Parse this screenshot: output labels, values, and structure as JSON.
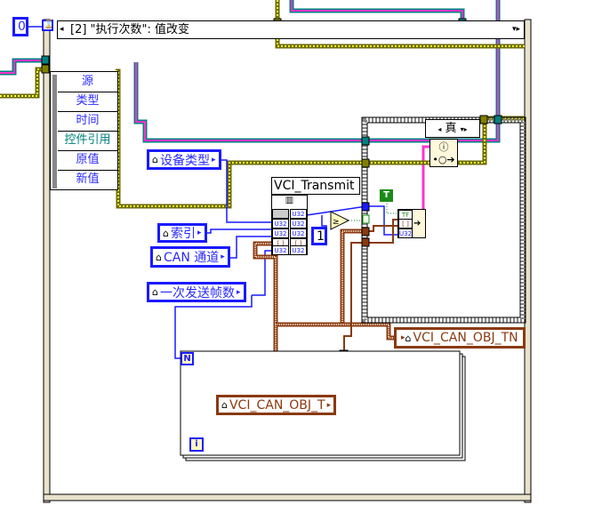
{
  "numeric_constant": "0",
  "event_structure": {
    "selector_label": "[2] \"执行次数\": 值改变",
    "event_data_items": [
      "源",
      "类型",
      "时间",
      "控件引用",
      "原值",
      "新值"
    ]
  },
  "constants": {
    "device_type": "设备类型",
    "index": "索引",
    "can_channel": "CAN 通道",
    "frames_per_send": "一次发送帧数",
    "one": "1",
    "true_const": "T",
    "obj_t": "VCI_CAN_OBJ_T"
  },
  "subvi": {
    "label": "VCI_Transmit",
    "terminal_types": [
      "U32",
      "U32",
      "U32",
      "[ ]",
      "U32"
    ]
  },
  "case_structure": {
    "selector_value": "真"
  },
  "indicator": {
    "label": "VCI_CAN_OBJ_TN"
  },
  "for_loop": {
    "count_terminal": "N",
    "iteration_terminal": "i"
  },
  "bundle_types": [
    "TF",
    "[ ]",
    "U32"
  ],
  "colors": {
    "integer_wire": "#1a1aff",
    "cluster_wire": "#8a3a10",
    "refnum_wire": "#ff33cc",
    "error_wire": "#a8a000"
  }
}
